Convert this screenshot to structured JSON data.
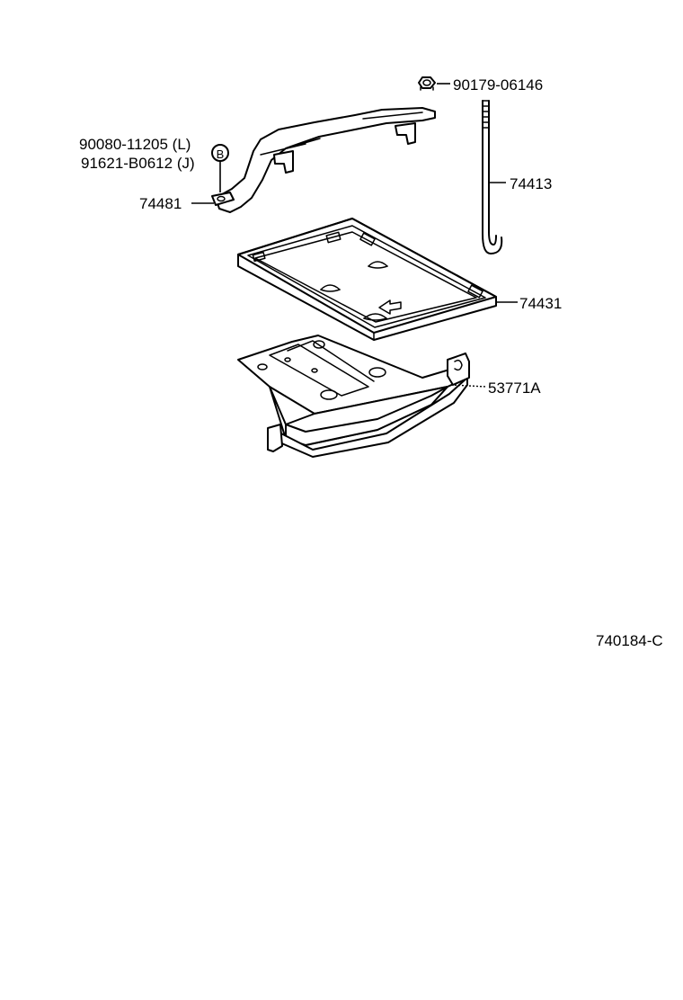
{
  "labels": {
    "nut_part": "90179-06146",
    "bolt_part_l": "90080-11205 (L)",
    "bolt_part_j": "91621-B0612 (J)",
    "callout_b": "B",
    "clamp_part": "74481",
    "rod_part": "74413",
    "tray_part": "74431",
    "carrier_part": "53771A",
    "diagram_code": "740184-C"
  },
  "icons": {
    "nut": "hex-nut-icon",
    "callout": "circled-letter-callout-icon",
    "arrow": "front-direction-arrow-icon"
  }
}
